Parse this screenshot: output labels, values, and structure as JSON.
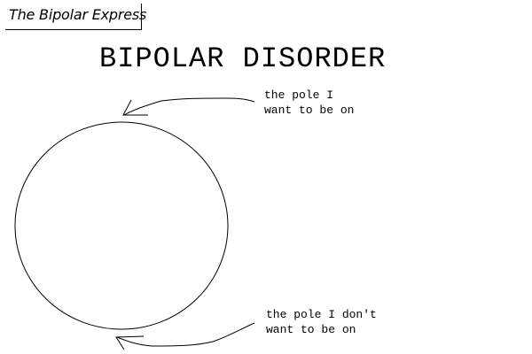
{
  "header": {
    "text": "The Bipolar Express"
  },
  "title": "BIPOLAR DISORDER",
  "labels": {
    "top": {
      "line1": "the pole I",
      "line2": "want to be on"
    },
    "bottom": {
      "line1": "the pole I don't",
      "line2": "want to be on"
    }
  },
  "colors": {
    "ink": "#000000",
    "paper": "#ffffff"
  }
}
